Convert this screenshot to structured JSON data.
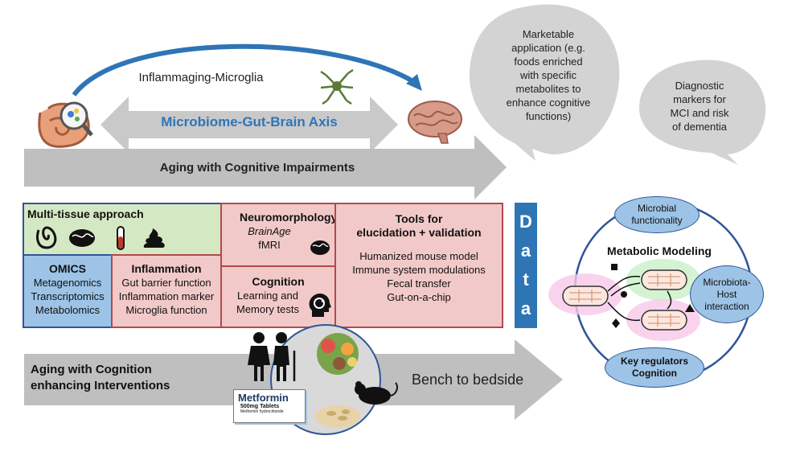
{
  "top": {
    "inflammaging_label": "Inflammaging-Microglia",
    "axis_label": "Microbiome-Gut-Brain Axis",
    "aging_cognitive_impairments": "Aging with Cognitive Impairments"
  },
  "bubbles": {
    "marketable": [
      "Marketable",
      "application (e.g.",
      "foods enriched",
      "with specific",
      "metabolites to",
      "enhance cognitive",
      "functions)"
    ],
    "diagnostic": [
      "Diagnostic",
      "markers for",
      "MCI and risk",
      "of dementia"
    ]
  },
  "panels": {
    "multi_tissue": {
      "title": "Multi-tissue approach"
    },
    "omics": {
      "title": "OMICS",
      "items": [
        "Metagenomics",
        "Transcriptomics",
        "Metabolomics"
      ]
    },
    "inflammation": {
      "title": "Inflammation",
      "items": [
        "Gut barrier function",
        "Inflammation marker",
        "Microglia function"
      ]
    },
    "neuromorphology": {
      "title": "Neuromorphology",
      "items": [
        "BrainAge",
        "fMRI"
      ]
    },
    "cognition": {
      "title": "Cognition",
      "items": [
        "Learning and",
        "Memory tests"
      ]
    },
    "tools": {
      "title_line1": "Tools for",
      "title_line2": "elucidation + validation",
      "items": [
        "Humanized mouse model",
        "Immune system modulations",
        "Fecal transfer",
        "Gut-on-a-chip"
      ]
    }
  },
  "data_bar": {
    "letters": [
      "D",
      "a",
      "t",
      "a"
    ]
  },
  "modeling": {
    "title": "Metabolic Modeling",
    "ovals": {
      "microbial": [
        "Microbial",
        "functionality"
      ],
      "host": [
        "Microbiota-",
        "Host",
        "interaction"
      ],
      "regulators": [
        "Key regulators",
        "Cognition"
      ]
    }
  },
  "bottom": {
    "interventions": [
      "Aging with Cognition",
      "enhancing Interventions"
    ],
    "bench": "Bench to bedside",
    "metformin_name": "Metformin",
    "metformin_dose": "500mg Tablets",
    "metformin_sub": "Metformin hydrochloride"
  },
  "colors": {
    "arrow_gray": "#bfbfbf",
    "axis_blue": "#2e75b6",
    "panel_pink": "#f2c9c9",
    "panel_green": "#d5e8c4",
    "panel_blue": "#9dc3e6",
    "data_bar": "#2e75b6"
  }
}
